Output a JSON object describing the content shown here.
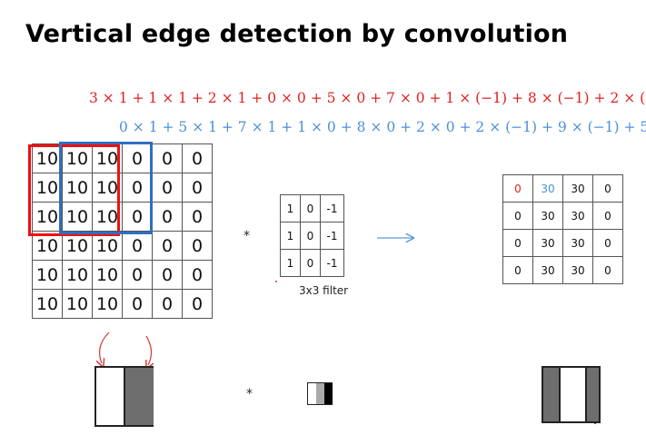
{
  "title": "Vertical edge detection by convolution",
  "formula_red": "3 × 1 + 1 × 1 + 2 × 1 + 0 × 0 + 5 × 0 + 7 × 0 + 1 × (−1) + 8 × (−1) + 2 × (",
  "formula_blue": "0 × 1 + 5 × 1 + 7 × 1 + 1 × 0 + 8 × 0 + 2 × 0 + 2 × (−1) + 9 × (−1) + 5",
  "input_matrix": [
    [
      "10",
      "10",
      "10",
      "0",
      "0",
      "0"
    ],
    [
      "10",
      "10",
      "10",
      "0",
      "0",
      "0"
    ],
    [
      "10",
      "10",
      "10",
      "0",
      "0",
      "0"
    ],
    [
      "10",
      "10",
      "10",
      "0",
      "0",
      "0"
    ],
    [
      "10",
      "10",
      "10",
      "0",
      "0",
      "0"
    ],
    [
      "10",
      "10",
      "10",
      "0",
      "0",
      "0"
    ]
  ],
  "filter_matrix": [
    [
      "1",
      "0",
      "-1"
    ],
    [
      "1",
      "0",
      "-1"
    ],
    [
      "1",
      "0",
      "-1"
    ]
  ],
  "filter_label": "3x3 filter",
  "output_matrix": [
    [
      "0",
      "30",
      "30",
      "0"
    ],
    [
      "0",
      "30",
      "30",
      "0"
    ],
    [
      "0",
      "30",
      "30",
      "0"
    ],
    [
      "0",
      "30",
      "30",
      "0"
    ]
  ],
  "operator_top": "*",
  "operator_bottom": "*",
  "colors": {
    "red": "#e02020",
    "blue": "#4a90d9",
    "dark_gray": "#6e6e6e",
    "arrow_red": "#d33"
  }
}
